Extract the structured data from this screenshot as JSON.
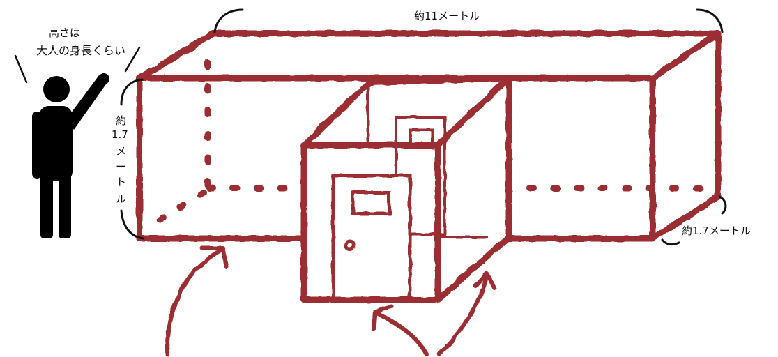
{
  "labels": {
    "height_note_line1": "高さは",
    "height_note_line2": "大人の身長くらい",
    "length": "約11メートル",
    "height_char1": "約",
    "height_char2": "1.7",
    "height_char3": "メ",
    "height_char4": "ー",
    "height_char5": "ト",
    "height_char6": "ル",
    "depth": "約1.7メートル"
  },
  "colors": {
    "outline": "#9b2d30",
    "figure": "#000000",
    "bracket": "#111111"
  },
  "icons": {
    "person": "person-raising-hand-icon"
  }
}
